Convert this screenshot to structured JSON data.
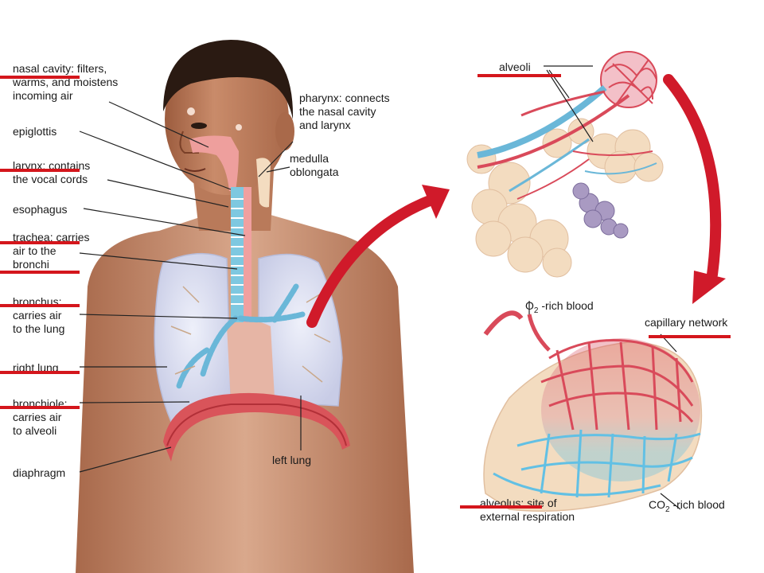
{
  "labels": {
    "nasal_cavity": "nasal cavity: filters,\nwarms, and moistens\nincoming air",
    "epiglottis": "epiglottis",
    "larynx": "larynx: contains\nthe vocal cords",
    "esophagus": "esophagus",
    "trachea": "trachea: carries\nair to the\nbronchi",
    "bronchus": "bronchus:\ncarries air\nto the lung",
    "right_lung": "right lung",
    "bronchiole": "bronchiole:\ncarries air\nto alveoli",
    "diaphragm": "diaphragm",
    "pharynx": "pharynx: connects\nthe nasal cavity\nand larynx",
    "medulla": "medulla\noblongata",
    "left_lung": "left lung",
    "alveoli": "alveoli",
    "o2_rich_prefix": "O",
    "o2_rich_sub": "2",
    "o2_rich_suffix": " -rich blood",
    "capillary_network": "capillary network",
    "alveolus": "alveolus: site of\nexternal respiration",
    "co2_rich_prefix": "CO",
    "co2_rich_sub": "2",
    "co2_rich_suffix": " -rich blood"
  },
  "colors": {
    "highlight_red": "#d4161c",
    "skin": "#c98b6a",
    "skin_shadow": "#8a5238",
    "hair": "#2a1a12",
    "lung": "#d9dcef",
    "airway_pink": "#f0a0a0",
    "bronchi_blue": "#6ab7d8",
    "diaphragm": "#d9545a",
    "alveoli_cream": "#f3dcc0",
    "capillary_red": "#d94a5a",
    "capillary_blue": "#62c0e4",
    "arrow_red": "#d01a2a"
  }
}
